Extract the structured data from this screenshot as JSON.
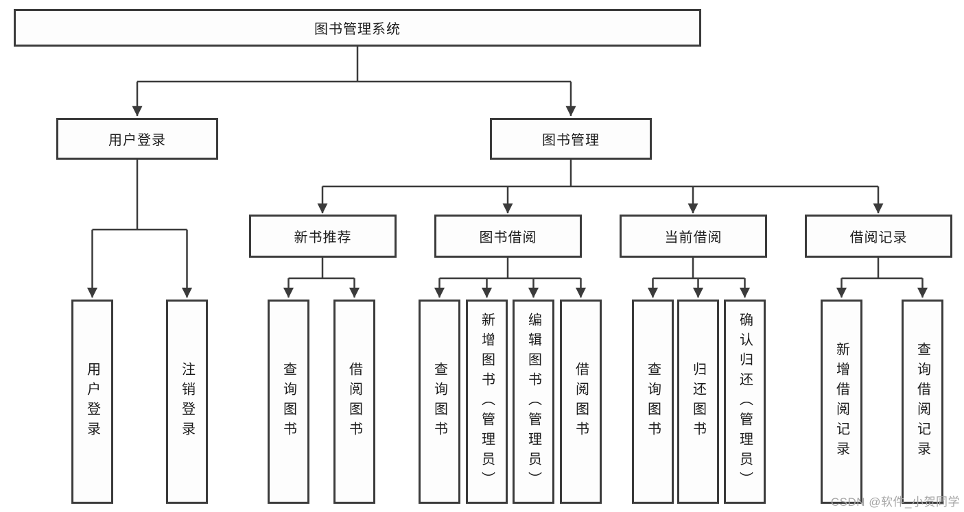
{
  "tree": {
    "root": {
      "label": "图书管理系统"
    },
    "branches": [
      {
        "label": "用户登录",
        "children": [
          {
            "label": "用户登录"
          },
          {
            "label": "注销登录"
          }
        ]
      },
      {
        "label": "图书管理",
        "children": [
          {
            "label": "新书推荐",
            "children": [
              {
                "label": "查询图书"
              },
              {
                "label": "借阅图书"
              }
            ]
          },
          {
            "label": "图书借阅",
            "children": [
              {
                "label": "查询图书"
              },
              {
                "label": "新增图书（管理员）"
              },
              {
                "label": "编辑图书（管理员）"
              },
              {
                "label": "借阅图书"
              }
            ]
          },
          {
            "label": "当前借阅",
            "children": [
              {
                "label": "查询图书"
              },
              {
                "label": "归还图书"
              },
              {
                "label": "确认归还（管理员）"
              }
            ]
          },
          {
            "label": "借阅记录",
            "children": [
              {
                "label": "新增借阅记录"
              },
              {
                "label": "查询借阅记录"
              }
            ]
          }
        ]
      }
    ]
  },
  "watermark": {
    "text": "CSDN @软件_小贺同学"
  },
  "colors": {
    "line": "#3b3b3b",
    "box_border": "#3b3b3b",
    "text": "#1d1d1d",
    "watermark": "#a6a6a6",
    "background": "#ffffff"
  }
}
